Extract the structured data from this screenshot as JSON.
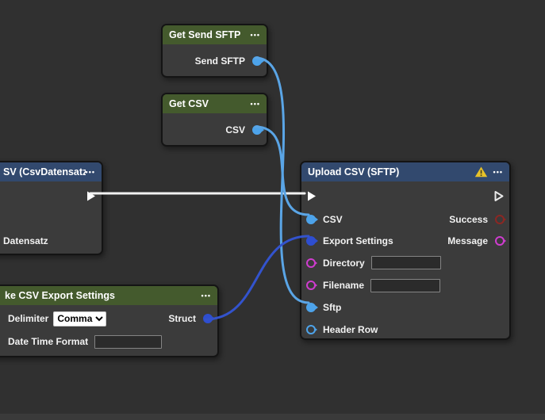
{
  "colors": {
    "canvas_bg": "#303030",
    "node_body": "#3b3b3b",
    "header_green": "#445a2d",
    "header_blue": "#32496e",
    "wire_light_blue": "#5aa5e6",
    "wire_royal_blue": "#3353cd",
    "wire_exec_white": "#f2f2f2",
    "pin_light_blue": "#4da3ea",
    "pin_royal_blue": "#2e4ed0",
    "pin_magenta": "#cf3ccf",
    "pin_dark_red": "#8c2723",
    "warning_yellow": "#e7c229"
  },
  "icons": {
    "menu": "•••",
    "warning": "warning-triangle"
  },
  "nodes": {
    "get_send_sftp": {
      "title": "Get Send SFTP",
      "output_label": "Send SFTP"
    },
    "get_csv": {
      "title": "Get CSV",
      "output_label": "CSV"
    },
    "csv_datensatz": {
      "title": "SV (CsvDatensatz)",
      "row_label": "Datensatz"
    },
    "upload_csv": {
      "title": "Upload CSV (SFTP)",
      "inputs": [
        {
          "label": "CSV"
        },
        {
          "label": "Export Settings"
        },
        {
          "label": "Directory",
          "value": ""
        },
        {
          "label": "Filename",
          "value": ""
        },
        {
          "label": "Sftp"
        },
        {
          "label": "Header Row"
        }
      ],
      "outputs": [
        {
          "label": "Success"
        },
        {
          "label": "Message"
        }
      ]
    },
    "export_settings": {
      "title": "ke CSV Export Settings",
      "delimiter_label": "Delimiter",
      "delimiter_value": "Comma",
      "datetime_label": "Date Time Format",
      "datetime_value": "",
      "output_label": "Struct"
    }
  },
  "connections": [
    {
      "from": "Get Send SFTP / Send SFTP",
      "to": "Upload CSV (SFTP) / Sftp",
      "color": "#5aa5e6"
    },
    {
      "from": "Get CSV / CSV",
      "to": "Upload CSV (SFTP) / CSV",
      "color": "#5aa5e6"
    },
    {
      "from": "SV (CsvDatensatz) / exec",
      "to": "Upload CSV (SFTP) / exec",
      "color": "#f2f2f2"
    },
    {
      "from": "ke CSV Export Settings / Struct",
      "to": "Upload CSV (SFTP) / Export Settings",
      "color": "#3353cd"
    }
  ]
}
